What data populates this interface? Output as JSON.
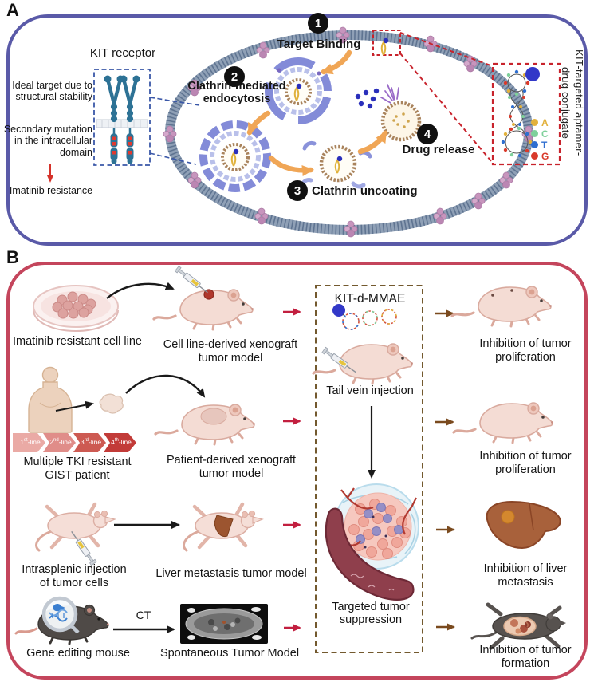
{
  "panelA": {
    "label": "A",
    "kit_receptor": {
      "title": "KIT receptor",
      "note_ideal": "Ideal target due to\nstructural stability",
      "note_mutation": "Secondary mutation\nin the intracellular\ndomain",
      "note_resistance": "Imatinib resistance"
    },
    "steps": [
      {
        "num": "1",
        "label": "Target Binding"
      },
      {
        "num": "2",
        "label": "Clathrin-mediated\nendocytosis"
      },
      {
        "num": "3",
        "label": "Clathrin uncoating"
      },
      {
        "num": "4",
        "label": "Drug release"
      }
    ],
    "conjugate": {
      "title": "KIT-targeted aptamer-\ndrug conjugate",
      "legend": [
        {
          "base": "A",
          "color": "#e2b13c"
        },
        {
          "base": "C",
          "color": "#7fd09b"
        },
        {
          "base": "T",
          "color": "#2f6fd0"
        },
        {
          "base": "G",
          "color": "#d93a2b"
        }
      ]
    }
  },
  "panelB": {
    "label": "B",
    "rows": [
      {
        "source": "Imatinib resistant cell line",
        "model": "Cell line-derived xenograft\ntumor model",
        "outcome": "Inhibition of tumor\nproliferation"
      },
      {
        "source": "Multiple TKI resistant\nGIST patient",
        "model": "Patient-derived xenograft\ntumor model",
        "outcome": "Inhibition of tumor\nproliferation"
      },
      {
        "source": "Intrasplenic injection\nof tumor cells",
        "model": "Liver metastasis tumor model",
        "outcome": "Inhibition of liver\nmetastasis"
      },
      {
        "source": "Gene editing mouse",
        "model": "Spontaneous Tumor Model",
        "outcome": "Inhibition of tumor\nformation",
        "arrow_label": "CT"
      }
    ],
    "tki_lines": [
      {
        "n": "1",
        "sup": "st",
        "rest": "-line"
      },
      {
        "n": "2",
        "sup": "nd",
        "rest": "-line"
      },
      {
        "n": "3",
        "sup": "rd",
        "rest": "-line"
      },
      {
        "n": "4",
        "sup": "th",
        "rest": "-line"
      }
    ],
    "treatment": {
      "drug": "KIT-d-MMAE",
      "injection": "Tail vein injection",
      "suppression": "Targeted tumor\nsuppression"
    }
  },
  "colors": {
    "panel_a_border": "#5a5aa8",
    "panel_b_border": "#c4455c",
    "red_arrow": "#c21f3f",
    "brown_arrow": "#7a4a1e"
  }
}
